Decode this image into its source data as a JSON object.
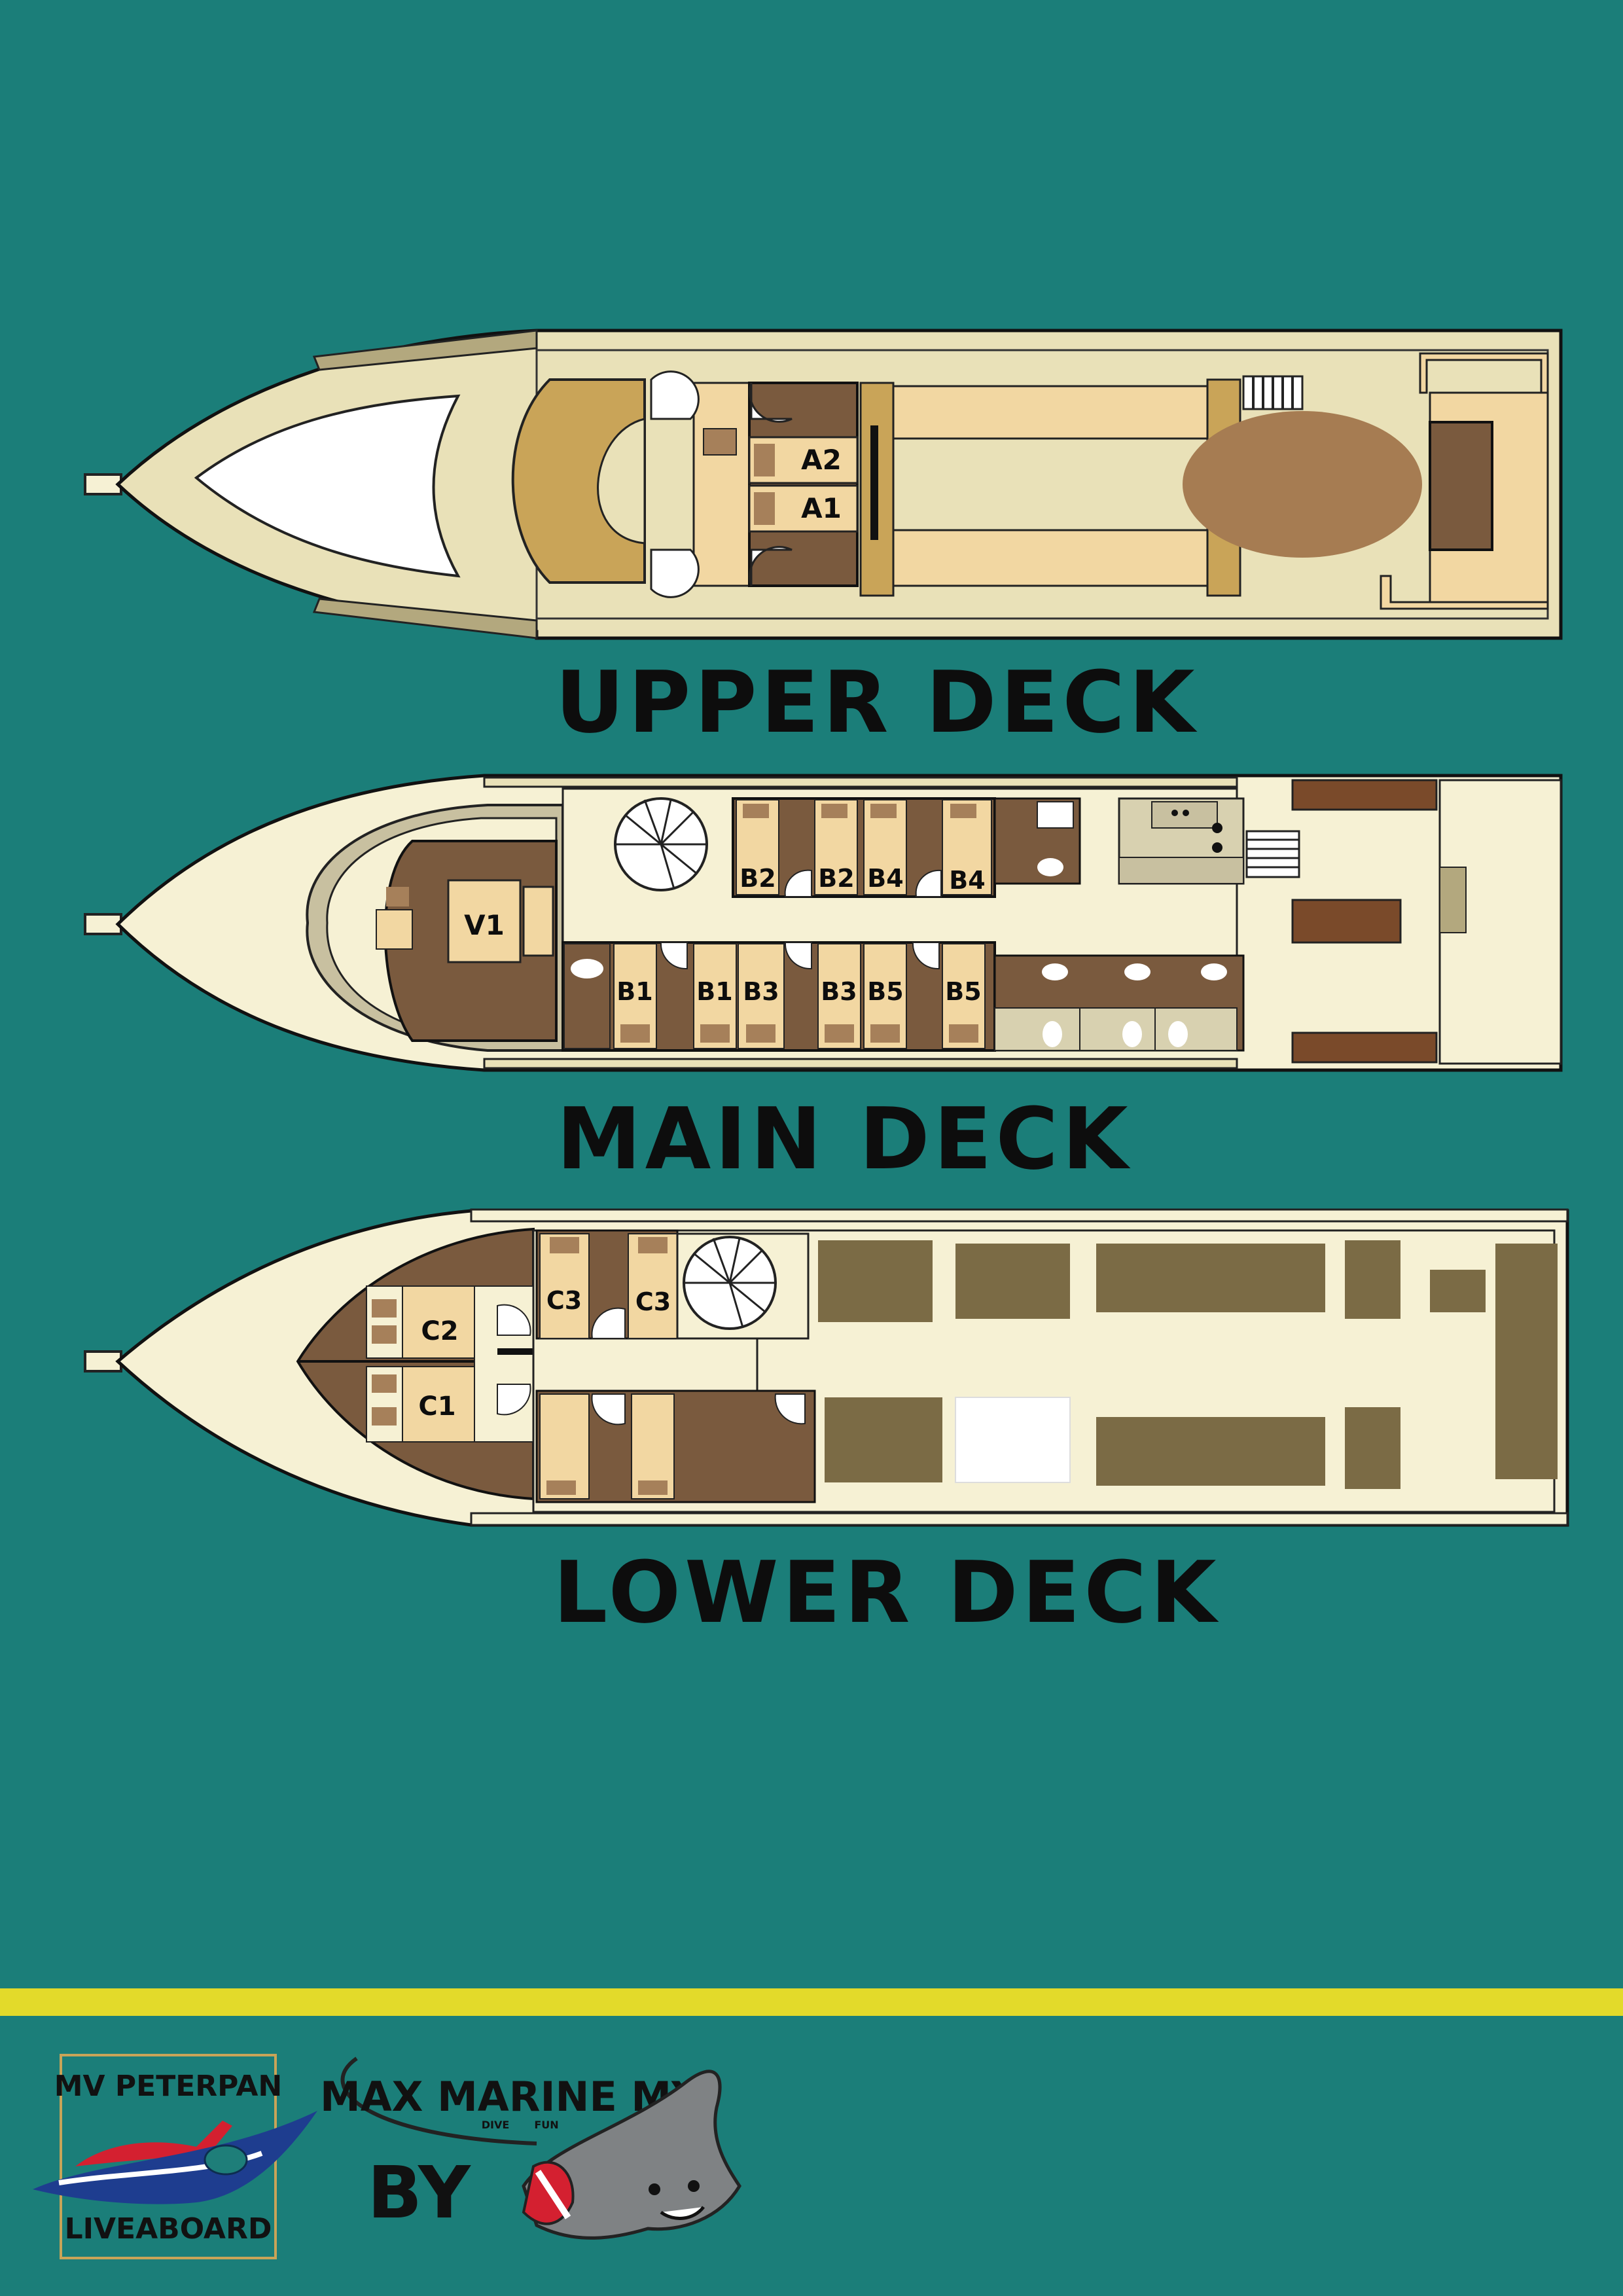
{
  "colors": {
    "background": "#1b7e79",
    "hull_cream": "#f6f1d4",
    "deck_beige": "#e9e1b8",
    "wood_light": "#f2d7a2",
    "wood_mid": "#c9a458",
    "wood_dark": "#7a5a3e",
    "furniture": "#7b6b45",
    "accent_yellow": "#e3da2a"
  },
  "decks": {
    "upper": {
      "title": "UPPER  DECK",
      "cabins": [
        "A2",
        "A1"
      ]
    },
    "main": {
      "title": "MAIN  DECK",
      "cabins": [
        "V1",
        "B2",
        "B2",
        "B4",
        "B4",
        "B1",
        "B1",
        "B3",
        "B3",
        "B5",
        "B5"
      ]
    },
    "lower": {
      "title": "LOWER  DECK",
      "cabins": [
        "C2",
        "C1",
        "C3",
        "C3"
      ]
    }
  },
  "footer": {
    "peterpan_logo": {
      "top": "MV PETERPAN",
      "bottom": "LIVEABOARD"
    },
    "by": "BY",
    "maxmarine_logo": {
      "name": "MAX MARINE MY",
      "tagline": "DIVE",
      "tagline2": "FUN"
    }
  }
}
